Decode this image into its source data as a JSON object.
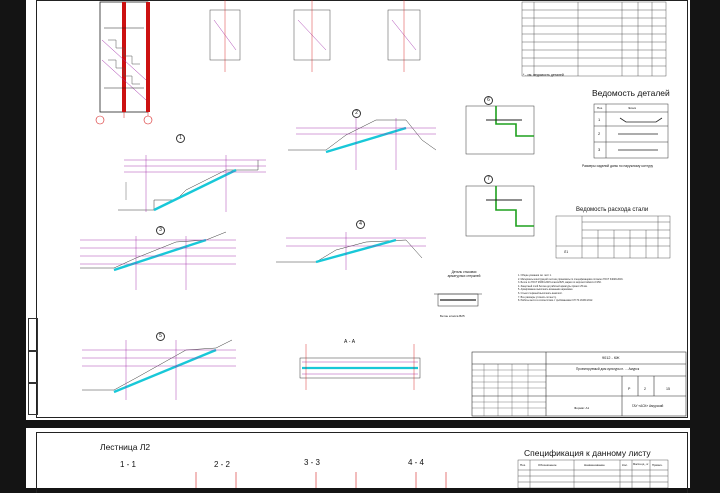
{
  "sheet1": {
    "parts_table_title": "Ведомость деталей",
    "parts_table_headers": [
      "Поз.",
      "Эскиз"
    ],
    "parts_table_rows": [
      "1",
      "2",
      "3"
    ],
    "parts_table_note": "Размеры изделий даны по наружному контуру",
    "steel_table_title": "Ведомость расхода стали",
    "steel_table_row_label": "Л1",
    "section_label": "А - А",
    "callouts": [
      "1",
      "2",
      "3",
      "4",
      "5",
      "6",
      "7"
    ],
    "detail_caption": "Деталь стыковки арматурных стержней",
    "spec_footnote": "* - см. ведомость деталей",
    "detail_note": "Бетон класса В25",
    "title_block": {
      "code": "9012 - КЖ",
      "project": "Проектируемый дом культуры п. ... Амурск",
      "stage": "Р",
      "sheet": "2",
      "sheets": "15",
      "org": "ГАУ «АСК» Амурский",
      "format": "Формат А1"
    },
    "notes": [
      "1. Общие указания см. лист 1.",
      "2. Материалы конструкций лестниц принимать по спецификациям согласно ГОСТ 34028-2016.",
      "3. Бетон по ГОСТ 26633-2015 класса В25, марки по морозостойкости F150.",
      "4. Защитный слой бетона до рабочей арматуры принят 25 мм.",
      "5. Армирование выполнять вязаными каркасами.",
      "6. Стыки стержней выполнять внахлёст.",
      "7. Все размеры уточнять по месту.",
      "8. Работы вести в соответствии с требованиями СП 70.13330.2012."
    ]
  },
  "sheet2": {
    "title": "Лестница Л2",
    "sections": [
      "1 - 1",
      "2 - 2",
      "3 - 3",
      "4 - 4"
    ],
    "spec_title": "Спецификация к данному листу",
    "spec_headers": [
      "Поз.",
      "Обозначение",
      "Наименование",
      "Кол.",
      "Масса ед., кг",
      "Примеч."
    ]
  },
  "colors": {
    "background": "#141414",
    "paper": "#ffffff",
    "grid_axis": "#d62020",
    "cyan": "#18c8d8",
    "magenta": "#a02aa8",
    "green": "#1ea01e"
  }
}
